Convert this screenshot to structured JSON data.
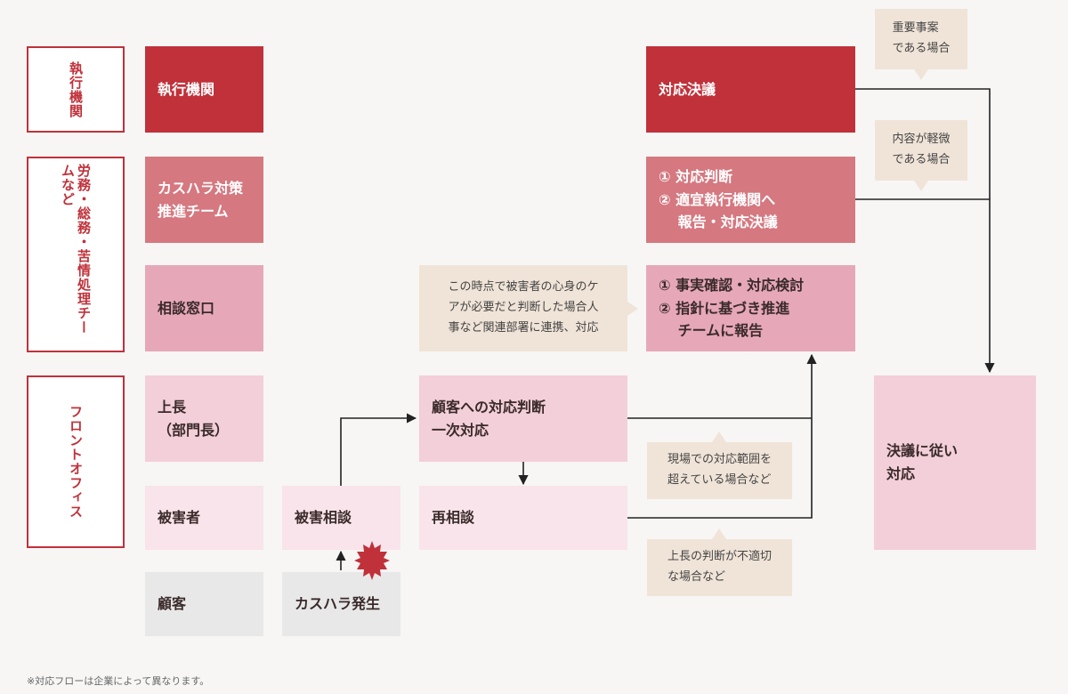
{
  "categories": [
    {
      "label": "執行機関"
    },
    {
      "label": "労務・総務・苦情処理チームなど"
    },
    {
      "label": "フロントオフィス"
    }
  ],
  "roles": [
    {
      "label": "執行機関"
    },
    {
      "label": "カスハラ対策\n推進チーム"
    },
    {
      "label": "相談窓口"
    },
    {
      "label": "上長\n（部門長）"
    },
    {
      "label": "被害者"
    },
    {
      "label": "顧客"
    }
  ],
  "flow": {
    "harassment_occurs": "カスハラ発生",
    "victim_consult": "被害相談",
    "supervisor_judgement": "顧客への対応判断\n一次対応",
    "reconsult": "再相談",
    "desk_action": "① 事実確認・対応検討\n② 指針に基づき推進\n　 チームに報告",
    "team_action": "① 対応判断\n② 適宜執行機関へ\n　 報告・対応決議",
    "exec_action": "対応決議",
    "final_action": "決議に従い\n対応"
  },
  "notes": {
    "important": "重要事案\nである場合",
    "minor": "内容が軽微\nである場合",
    "care": "この時点で被害者の心身のケ\nアが必要だと判断した場合人\n事など関連部署に連携、対応",
    "beyond_scope": "現場での対応範囲を\n超えている場合など",
    "inappropriate": "上長の判断が不適切\nな場合など"
  },
  "footnote": "※対応フローは企業によって異なります。",
  "colors": {
    "red": "#c0313a",
    "rose": "#d57880",
    "pink": "#e6a8b9",
    "light_pink": "#f2cfd9",
    "pale_pink": "#f8e4ea",
    "gray": "#e8e8e8",
    "beige": "#f0e4d8"
  }
}
